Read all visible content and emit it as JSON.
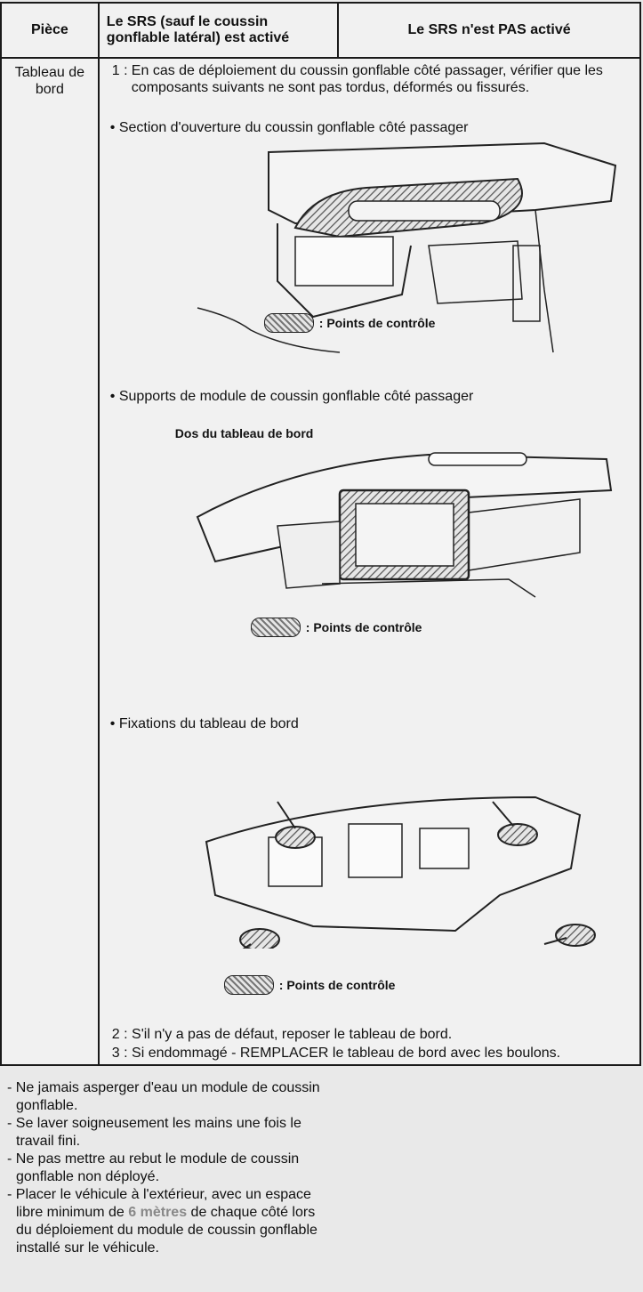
{
  "table": {
    "headers": {
      "piece": "Pièce",
      "srs_active": "Le SRS (sauf le coussin gonflable latéral) est activé",
      "srs_not_active": "Le SRS n'est PAS activé"
    },
    "row": {
      "piece": "Tableau de bord",
      "step1_num": "1 :",
      "step1_text": "En cas de déploiement du coussin gonflable côté passager, vérifier que les composants suivants ne sont pas tordus, déformés ou fissurés.",
      "section1": "• Section d'ouverture du coussin gonflable côté passager",
      "legend1": ": Points de contrôle",
      "section2": "• Supports de module de coussin gonflable côté passager",
      "caption2": "Dos du tableau de bord",
      "legend2": ": Points de contrôle",
      "section3": "• Fixations du tableau de bord",
      "legend3": ": Points de contrôle",
      "step2": "2 : S'il n'y a pas de défaut, reposer le tableau de bord.",
      "step3": "3 : Si endommagé - REMPLACER le tableau de bord avec les boulons."
    }
  },
  "notes": {
    "n1": "- Ne jamais asperger d'eau un module de coussin gonflable.",
    "n2": "- Se laver soigneusement les mains une fois le travail fini.",
    "n3": "- Ne pas mettre au rebut le module de coussin gonflable non déployé.",
    "n4_a": "- Placer le véhicule à l'extérieur, avec un espace libre minimum de",
    "n4_hl": "6 mètres",
    "n4_b": "de chaque côté lors du déploiement du module de coussin gonflable installé sur le véhicule."
  },
  "colors": {
    "background": "#e9e9e9",
    "table_bg": "#f1f1f1",
    "highlight": "#888888"
  }
}
